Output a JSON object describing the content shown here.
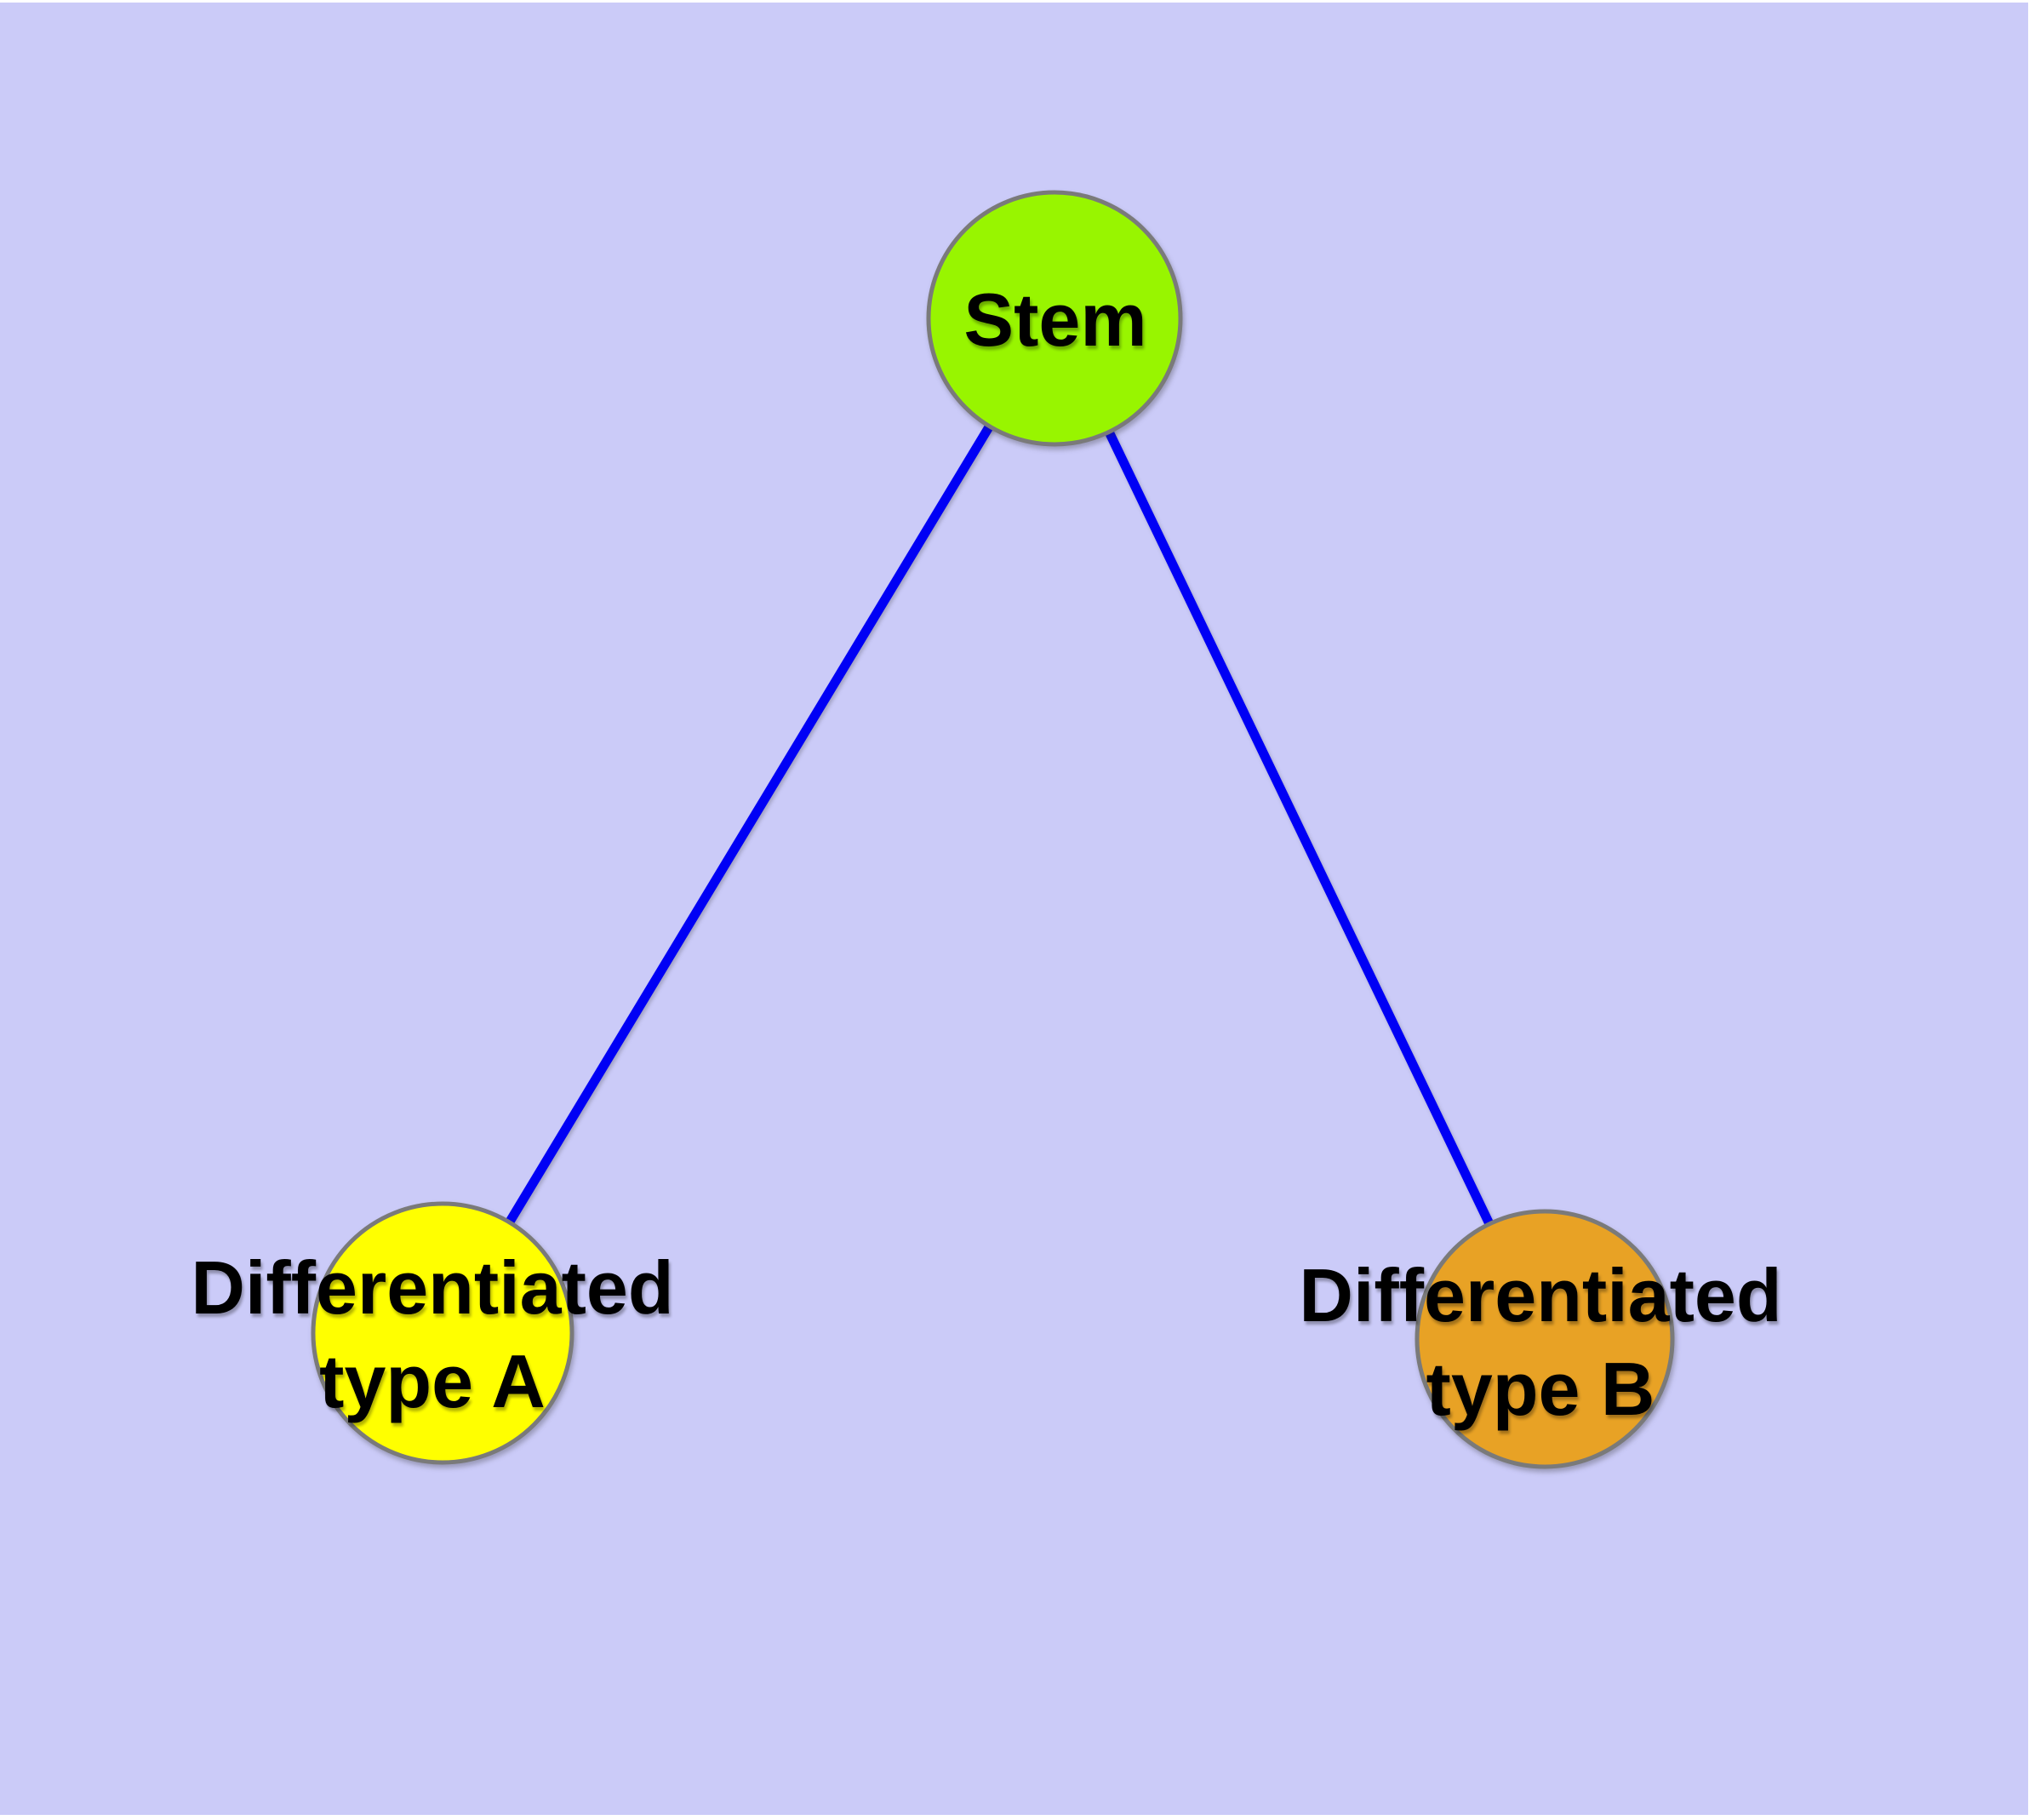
{
  "figure": {
    "type": "node-link-diagram",
    "background_color": "#CBCBF8",
    "node_border_color": "#7A7A7A",
    "edge_color": "#0000F5",
    "label_color": "#000000",
    "nodes": {
      "stem": {
        "id": "Stem",
        "lines": [
          "Stem"
        ],
        "fill": "#98F500"
      },
      "type_a": {
        "id": "Differentiated type A",
        "lines": [
          "Differentiated",
          "type A"
        ],
        "fill": "#FFFF00"
      },
      "type_b": {
        "id": "Differentiated type B",
        "lines": [
          "Differentiated",
          "type B"
        ],
        "fill": "#E8A225"
      }
    },
    "edges": [
      {
        "from": "Stem",
        "to": "Differentiated type A"
      },
      {
        "from": "Stem",
        "to": "Differentiated type B"
      }
    ]
  }
}
